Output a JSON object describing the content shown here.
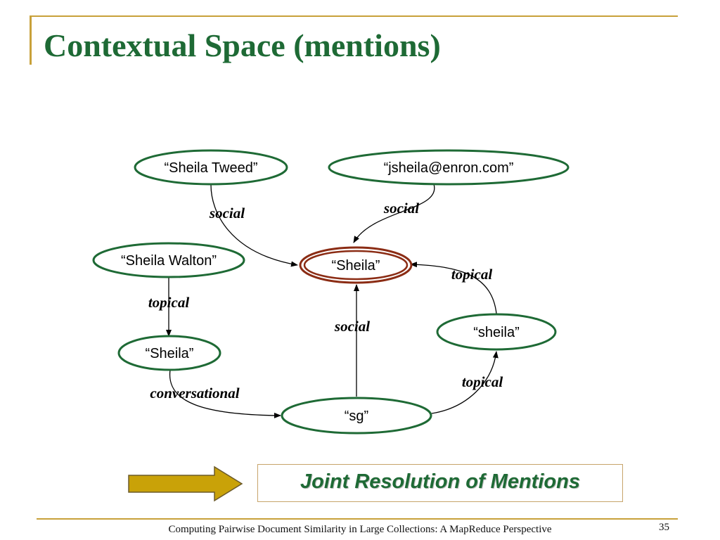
{
  "slide": {
    "title": "Contextual Space (mentions)",
    "callout": "Joint Resolution of Mentions",
    "footer": "Computing Pairwise Document Similarity in Large Collections: A MapReduce Perspective",
    "page_number": "35"
  },
  "nodes": {
    "sheila_tweed": "“Sheila Tweed”",
    "jsheila_email": "“jsheila@enron.com”",
    "sheila_walton": "“Sheila Walton”",
    "sheila_center": "“Sheila”",
    "sheila_left": "“Sheila”",
    "sheila_lower": "“sheila”",
    "sg": "“sg”"
  },
  "edges": {
    "tweed_social": "social",
    "email_social": "social",
    "walton_topical": "topical",
    "sg_social": "social",
    "sheila_lower_topical_up": "topical",
    "sg_topical": "topical",
    "conversational": "conversational"
  },
  "colors": {
    "title": "#1e6a35",
    "node_border": "#1e6a35",
    "center_border": "#8b2c14",
    "arrow_fill": "#c9a208",
    "rule": "#c8a13a"
  }
}
